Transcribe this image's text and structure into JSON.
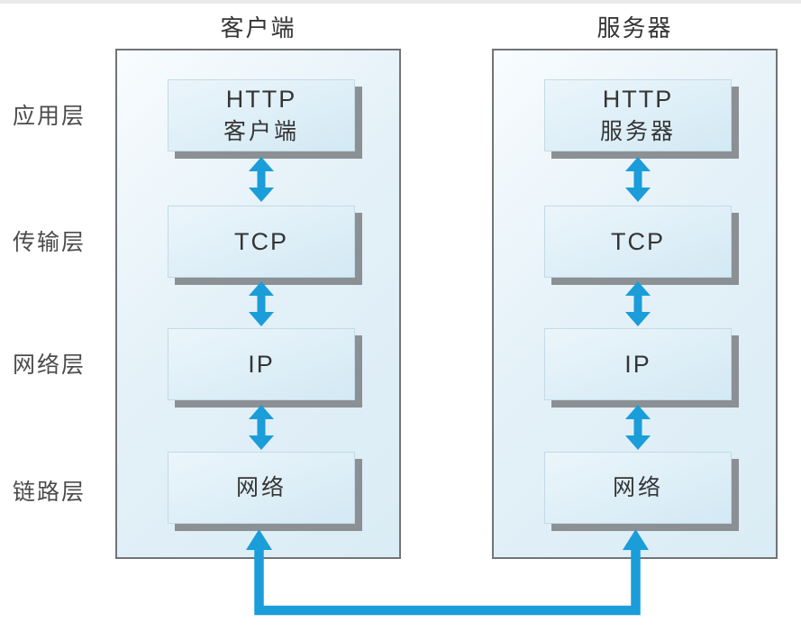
{
  "diagram": {
    "type": "network-protocol-stack",
    "side_labels": [
      "应用层",
      "传输层",
      "网络层",
      "链路层"
    ],
    "columns": [
      {
        "id": "client",
        "title": "客户端",
        "boxes": [
          {
            "line1": "HTTP",
            "line2": "客户端"
          },
          {
            "line1": "TCP"
          },
          {
            "line1": "IP"
          },
          {
            "line1": "网络"
          }
        ]
      },
      {
        "id": "server",
        "title": "服务器",
        "boxes": [
          {
            "line1": "HTTP",
            "line2": "服务器"
          },
          {
            "line1": "TCP"
          },
          {
            "line1": "IP"
          },
          {
            "line1": "网络"
          }
        ]
      }
    ],
    "connections": {
      "vertical_arrows": "double-headed arrows between adjacent layers in each stack",
      "bottom_link": "client network layer to server network layer"
    },
    "colors": {
      "blue": "#1a9dd9",
      "panel-border": "#707476",
      "shadow": "#8b9094",
      "text-dark": "#353535",
      "label-gray": "#4b4b4b"
    }
  }
}
